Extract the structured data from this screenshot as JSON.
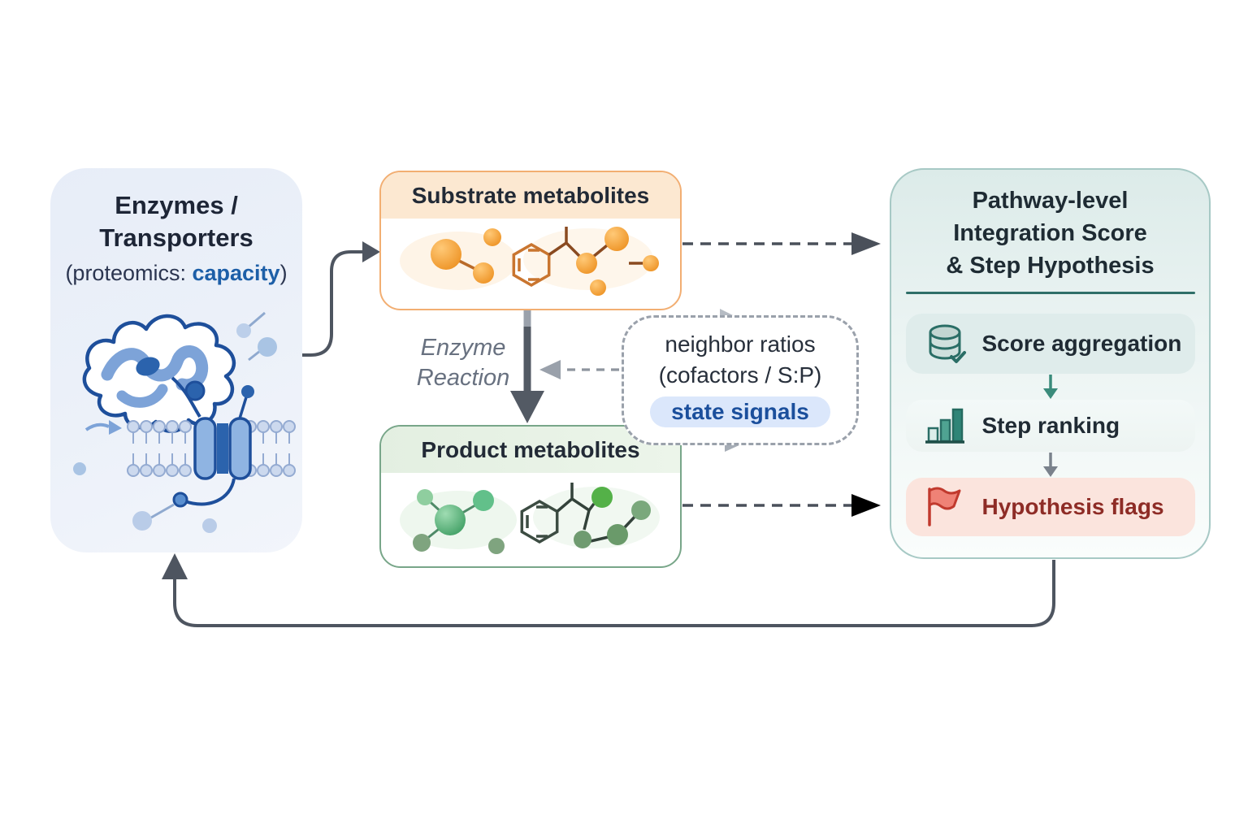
{
  "diagram": {
    "left_panel": {
      "title_line1": "Enzymes /",
      "title_line2": "Transporters",
      "subtitle_prefix": "(proteomics: ",
      "subtitle_highlight": "capacity",
      "subtitle_suffix": ")"
    },
    "substrate_box": {
      "title": "Substrate metabolites"
    },
    "product_box": {
      "title": "Product metabolites"
    },
    "reaction_label": {
      "line1": "Enzyme",
      "line2": "Reaction"
    },
    "neighbor_bubble": {
      "line1": "neighbor ratios",
      "line2": "(cofactors / S:P)",
      "badge": "state signals"
    },
    "right_panel": {
      "title_line1": "Pathway-level",
      "title_line2": "Integration Score",
      "title_line3": "& Step Hypothesis",
      "items": [
        {
          "label": "Score aggregation",
          "icon": "database-icon"
        },
        {
          "label": "Step ranking",
          "icon": "bar-chart-icon"
        },
        {
          "label": "Hypothesis flags",
          "icon": "flag-icon"
        }
      ]
    },
    "colors": {
      "enzyme_blue": "#1e4f9b",
      "capacity_blue": "#1d5fa8",
      "substrate_orange": "#f2a23c",
      "product_green": "#58b178",
      "teal_accent": "#2f6f68",
      "flag_red": "#c13a2e",
      "connector_gray": "#4e5560"
    }
  }
}
